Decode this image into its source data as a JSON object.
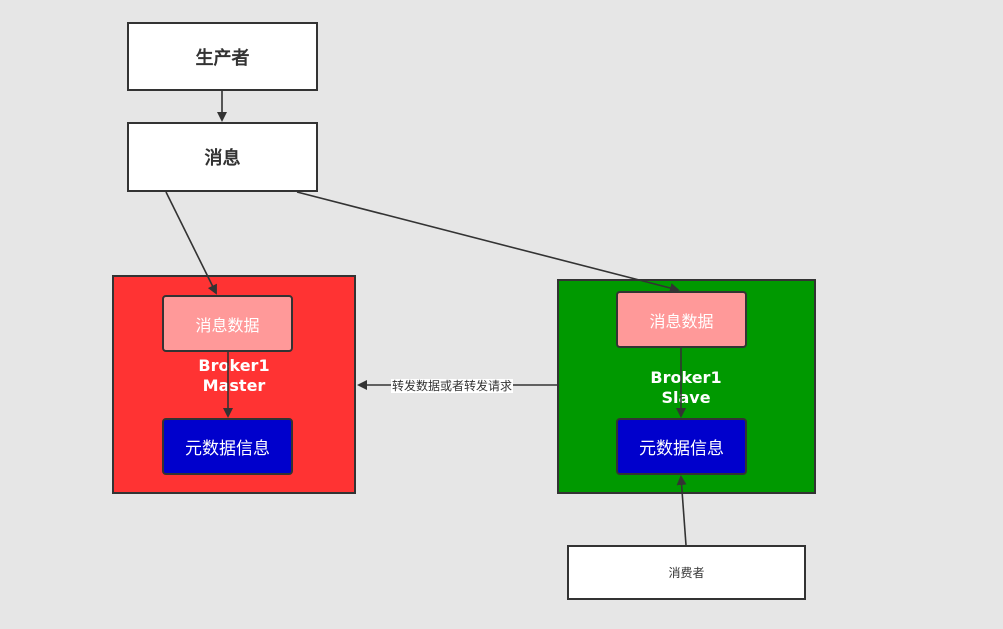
{
  "nodes": {
    "producer": {
      "label": "生产者"
    },
    "message": {
      "label": "消息"
    },
    "master": {
      "name_line1": "Broker1",
      "name_line2": "Master",
      "msg_data": "消息数据",
      "meta_info": "元数据信息"
    },
    "slave": {
      "name_line1": "Broker1",
      "name_line2": "Slave",
      "msg_data": "消息数据",
      "meta_info": "元数据信息"
    },
    "consumer": {
      "label": "消费者"
    }
  },
  "edges": {
    "forward_label": "转发数据或者转发请求"
  },
  "colors": {
    "background": "#e6e6e6",
    "master_fill": "#ff3333",
    "slave_fill": "#009900",
    "msg_data_fill": "#ff9999",
    "meta_info_fill": "#0000cc",
    "stroke": "#333333"
  }
}
